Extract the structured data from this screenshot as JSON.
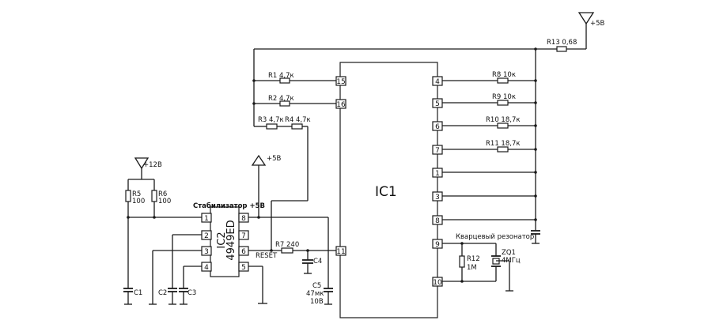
{
  "ic1": {
    "label": "IC1"
  },
  "ic2": {
    "label": "IC2",
    "part": "4949ED"
  },
  "power": {
    "vcc5_top": "+5В",
    "vcc5_mid": "+5В",
    "vcc12": "+12В"
  },
  "labels": {
    "stabilizer": "Стабилизатор +5В",
    "reset": "RESET",
    "crystal": "Кварцевый резонатор"
  },
  "ic1_left_pins": [
    "15",
    "16",
    "11"
  ],
  "ic1_right_pins": [
    "4",
    "5",
    "6",
    "7",
    "1",
    "3",
    "8",
    "9",
    "10"
  ],
  "ic2_left_pins": [
    "1",
    "2",
    "3",
    "4"
  ],
  "ic2_right_pins": [
    "8",
    "7",
    "6",
    "5"
  ],
  "resistors": {
    "r1": "R1 4,7к",
    "r2": "R2 4,7к",
    "r3": "R3 4,7к",
    "r4": "R4 4,7к",
    "r5_name": "R5",
    "r5_value": "100",
    "r6_name": "R6",
    "r6_value": "100",
    "r7": "R7 240",
    "r8": "R8 10к",
    "r9": "R9 10к",
    "r10": "R10 18,7к",
    "r11": "R11 18,7к",
    "r12_name": "R12",
    "r12_value": "1М",
    "r13": "R13 0,68"
  },
  "capacitors": {
    "c1": "C1",
    "c2": "C2",
    "c3": "C3",
    "c4": "C4",
    "c5_name": "C5",
    "c5_value": "47мк",
    "c5_voltage": "10В"
  },
  "crystal": {
    "name": "ZQ1",
    "freq": "4МГц"
  }
}
